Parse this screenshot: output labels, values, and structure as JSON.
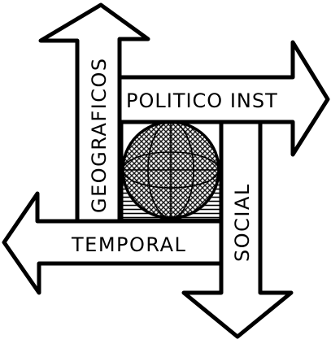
{
  "diagram": {
    "arrows": {
      "up": {
        "label": "GEOGRAFICOS"
      },
      "right": {
        "label": "POLITICO INST"
      },
      "down": {
        "label": "SOCIAL"
      },
      "left": {
        "label": "TEMPORAL"
      }
    },
    "center": {
      "shape": "hatched-globe"
    },
    "colors": {
      "ink": "#000000",
      "paper": "#ffffff"
    }
  }
}
